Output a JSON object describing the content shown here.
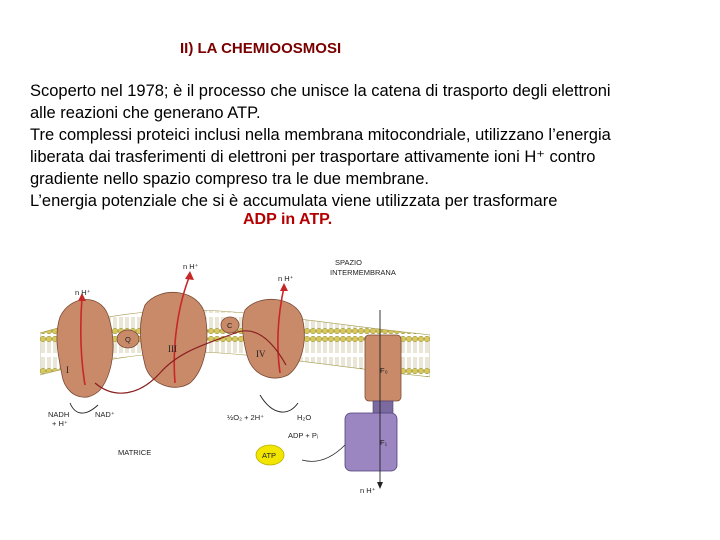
{
  "title": "II)  LA CHEMIOOSMOSI",
  "paragraph_lines": [
    "Scoperto nel 1978; è il processo che unisce la catena di trasporto degli elettroni",
    "alle reazioni che generano ATP.",
    "Tre complessi proteici inclusi nella membrana mitocondriale, utilizzano l’energia",
    "liberata dai trasferimenti di elettroni per  trasportare attivamente ioni H⁺ contro",
    "gradiente nello spazio compreso tra le due membrane.",
    "L’energia potenziale che si è accumulata viene utilizzata per  trasformare"
  ],
  "emphasis": "ADP in  ATP.",
  "figure": {
    "space_label_1": "SPAZIO",
    "space_label_2": "INTERMEMBRANA",
    "matrix_label": "MATRICE",
    "proton_top_1": "n H⁺",
    "proton_top_2": "n H⁺",
    "proton_top_3": "n H⁺",
    "proton_bottom": "n H⁺",
    "complex_1": "I",
    "complex_3": "III",
    "complex_4": "IV",
    "q_label": "Q",
    "c_label": "C",
    "f0_label": "F₀",
    "f1_label": "F₁",
    "nadh_1": "NADH",
    "nadh_2": "+ H⁺",
    "nad": "NAD⁺",
    "oxygen": "½O₂ + 2H⁺",
    "water": "H₂O",
    "adp": "ADP + Pᵢ",
    "atp": "ATP"
  },
  "colors": {
    "title": "#7a0000",
    "emphasis": "#b40000",
    "protein": "#c98a6a",
    "membrane_heads": "#d8c85c",
    "atp_synthase": "#9b86c2",
    "atp_badge": "#f2e600",
    "arrow": "#c62828"
  }
}
